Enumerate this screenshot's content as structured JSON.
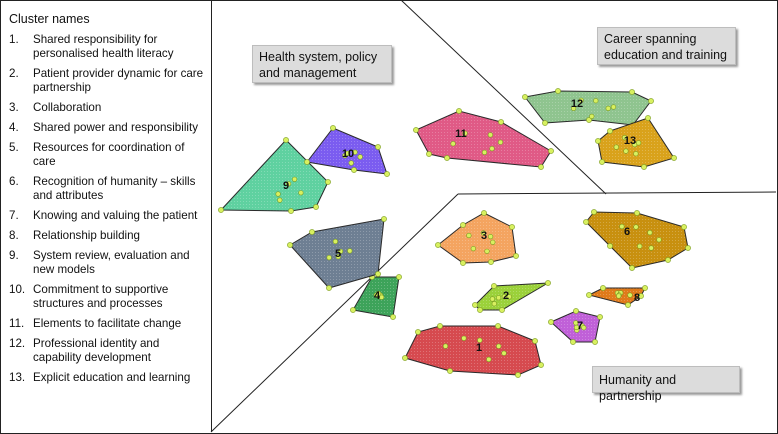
{
  "legend": {
    "title": "Cluster names",
    "items": [
      {
        "num": "1.",
        "text": "Shared responsibility for personalised health literacy"
      },
      {
        "num": "2.",
        "text": "Patient provider dynamic for care partnership"
      },
      {
        "num": "3.",
        "text": "Collaboration"
      },
      {
        "num": "4.",
        "text": "Shared power and responsibility"
      },
      {
        "num": "5.",
        "text": "Resources for coordination of care"
      },
      {
        "num": "6.",
        "text": "Recognition of humanity – skills and attributes"
      },
      {
        "num": "7.",
        "text": "Knowing and valuing the patient"
      },
      {
        "num": "8.",
        "text": "Relationship building"
      },
      {
        "num": "9.",
        "text": "System review, evaluation and new models"
      },
      {
        "num": "10.",
        "text": "Commitment to supportive structures and processes"
      },
      {
        "num": "11.",
        "text": "Elements to facilitate change"
      },
      {
        "num": "12.",
        "text": "Professional identity and capability development"
      },
      {
        "num": "13.",
        "text": "Explicit education and learning"
      }
    ]
  },
  "regions": {
    "health": "Health system, policy and management",
    "career": "Career spanning education and training",
    "humanity": "Humanity and partnership"
  },
  "clusters": [
    {
      "label": "1",
      "color": "#d64a4f"
    },
    {
      "label": "2",
      "color": "#9bd13a"
    },
    {
      "label": "3",
      "color": "#f4a460"
    },
    {
      "label": "4",
      "color": "#3da35a"
    },
    {
      "label": "5",
      "color": "#6e7f93"
    },
    {
      "label": "6",
      "color": "#c8900f"
    },
    {
      "label": "7",
      "color": "#c060d8"
    },
    {
      "label": "8",
      "color": "#e07a1a"
    },
    {
      "label": "9",
      "color": "#5fd1a0"
    },
    {
      "label": "10",
      "color": "#7b5cf0"
    },
    {
      "label": "11",
      "color": "#e05a86"
    },
    {
      "label": "12",
      "color": "#8fc48f"
    },
    {
      "label": "13",
      "color": "#d9a21b"
    }
  ],
  "colors": {
    "point": "#d8f060",
    "point_stroke": "#7a9a20",
    "outline": "#2a2a2a"
  }
}
